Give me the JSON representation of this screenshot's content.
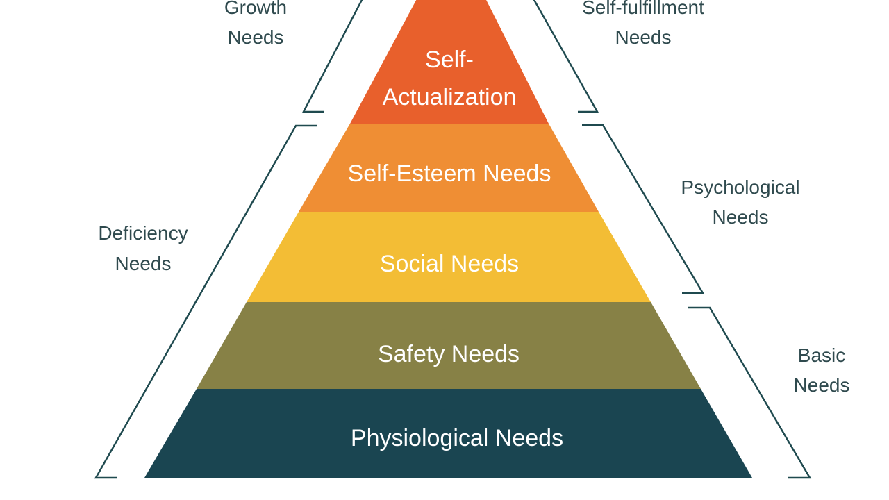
{
  "pyramid": {
    "levels": [
      {
        "id": "self-actualization",
        "lines": [
          "Self-",
          "Actualization"
        ],
        "color": "#e8602c"
      },
      {
        "id": "self-esteem",
        "lines": [
          "Self-Esteem Needs"
        ],
        "color": "#ef8e34"
      },
      {
        "id": "social",
        "lines": [
          "Social Needs"
        ],
        "color": "#f3bd35"
      },
      {
        "id": "safety",
        "lines": [
          "Safety Needs"
        ],
        "color": "#878146"
      },
      {
        "id": "physiological",
        "lines": [
          "Physiological Needs"
        ],
        "color": "#1a4551"
      }
    ]
  },
  "groups": {
    "growth": {
      "lines": [
        "Growth",
        "Needs"
      ]
    },
    "self_fulfillment": {
      "lines": [
        "Self-fulfillment",
        "Needs"
      ]
    },
    "deficiency": {
      "lines": [
        "Deficiency",
        "Needs"
      ]
    },
    "psychological": {
      "lines": [
        "Psychological",
        "Needs"
      ]
    },
    "basic": {
      "lines": [
        "Basic",
        "Needs"
      ]
    }
  },
  "colors": {
    "bracket": "#1f4a4f",
    "side_text": "#2f4a4e",
    "level_text": "#ffffff"
  }
}
